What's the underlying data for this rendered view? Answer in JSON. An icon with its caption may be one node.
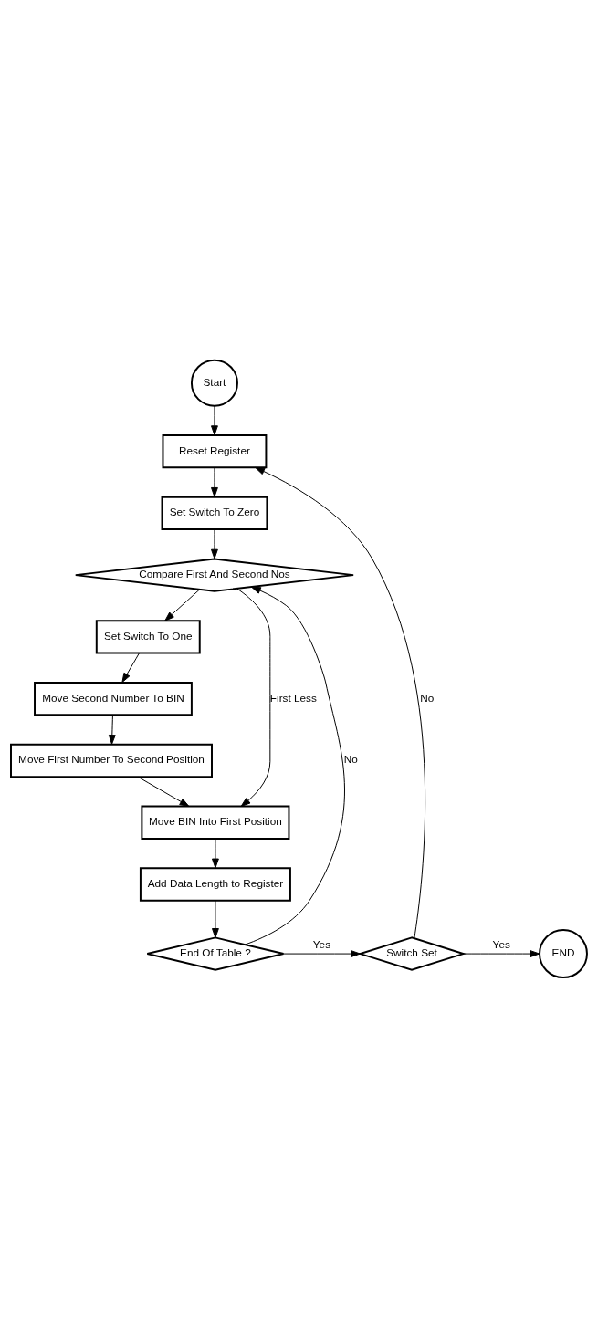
{
  "diagram": {
    "nodes": [
      {
        "text": [
          "Start"
        ]
      },
      {
        "text": [
          "Reset Register"
        ]
      },
      {
        "text": [
          "Set Switch To Zero"
        ]
      },
      {
        "text": [
          "Compare First And Second Nos"
        ]
      },
      {
        "text": [
          "Set Switch To One"
        ]
      },
      {
        "text": [
          "Move Second Number To BIN"
        ]
      },
      {
        "text": [
          "Move First Number To Second Position"
        ]
      },
      {
        "text": [
          "Move BIN Into First Position"
        ]
      },
      {
        "text": [
          "Add Data Length to Register"
        ]
      },
      {
        "text": [
          "End Of Table ?"
        ]
      },
      {
        "text": [
          "Switch Set"
        ]
      },
      {
        "text": [
          "END"
        ]
      }
    ],
    "edges": [
      {
        "from": 0,
        "to": 1,
        "arrow": "to"
      },
      {
        "from": 1,
        "to": 2,
        "arrow": "to"
      },
      {
        "from": 2,
        "to": 3,
        "arrow": "to"
      },
      {
        "from": 3,
        "to": 4,
        "arrow": "to"
      },
      {
        "from": 4,
        "to": 5,
        "arrow": "to"
      },
      {
        "from": 5,
        "to": 6,
        "arrow": "to"
      },
      {
        "from": 6,
        "to": 7,
        "arrow": "to"
      },
      {
        "from": 3,
        "to": 7,
        "arrow": "to",
        "label": "First Less"
      },
      {
        "from": 7,
        "to": 8,
        "arrow": "to"
      },
      {
        "from": 8,
        "to": 9,
        "arrow": "to"
      },
      {
        "from": 9,
        "to": 3,
        "arrow": "to",
        "label": "No"
      },
      {
        "from": 9,
        "to": 10,
        "arrow": "to",
        "label": "Yes"
      },
      {
        "from": 10,
        "to": 1,
        "arrow": "to",
        "label": "No"
      },
      {
        "from": 10,
        "to": 11,
        "arrow": "to",
        "label": "Yes"
      }
    ]
  }
}
